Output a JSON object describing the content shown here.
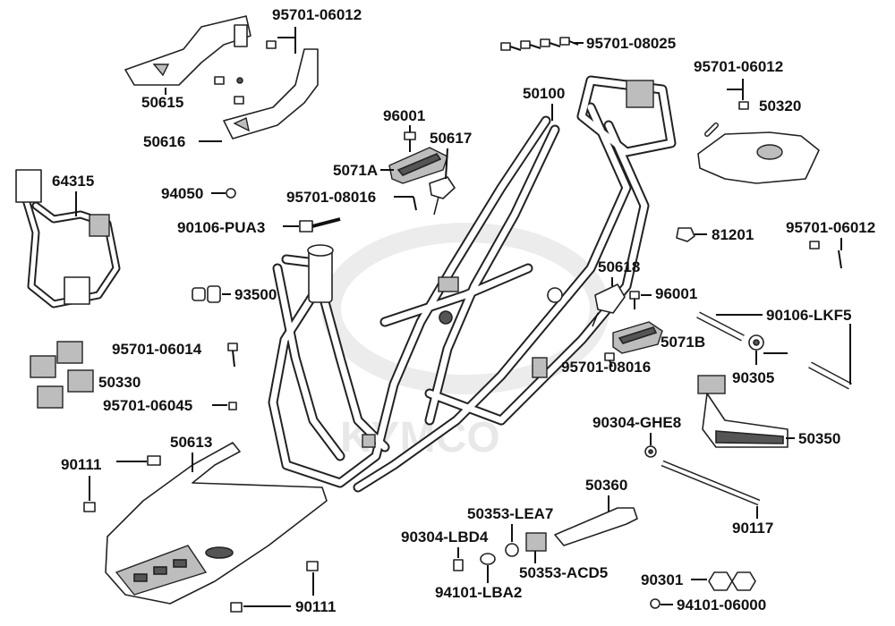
{
  "watermark": "KYMCO",
  "parts": [
    {
      "id": "p-95701-06012-a",
      "label": "95701-06012"
    },
    {
      "id": "p-50615",
      "label": "50615"
    },
    {
      "id": "p-50616",
      "label": "50616"
    },
    {
      "id": "p-95701-08025",
      "label": "95701-08025"
    },
    {
      "id": "p-50100",
      "label": "50100"
    },
    {
      "id": "p-95701-06012-b",
      "label": "95701-06012"
    },
    {
      "id": "p-50320",
      "label": "50320"
    },
    {
      "id": "p-96001-a",
      "label": "96001"
    },
    {
      "id": "p-50617",
      "label": "50617"
    },
    {
      "id": "p-5071a",
      "label": "5071A"
    },
    {
      "id": "p-64315",
      "label": "64315"
    },
    {
      "id": "p-94050",
      "label": "94050"
    },
    {
      "id": "p-95701-08016-a",
      "label": "95701-08016"
    },
    {
      "id": "p-90106-pua3",
      "label": "90106-PUA3"
    },
    {
      "id": "p-81201",
      "label": "81201"
    },
    {
      "id": "p-95701-06012-c",
      "label": "95701-06012"
    },
    {
      "id": "p-50618",
      "label": "50618"
    },
    {
      "id": "p-93500",
      "label": "93500"
    },
    {
      "id": "p-96001-b",
      "label": "96001"
    },
    {
      "id": "p-90106-lkf5",
      "label": "90106-LKF5"
    },
    {
      "id": "p-5071b",
      "label": "5071B"
    },
    {
      "id": "p-95701-06014",
      "label": "95701-06014"
    },
    {
      "id": "p-95701-08016-b",
      "label": "95701-08016"
    },
    {
      "id": "p-90305",
      "label": "90305"
    },
    {
      "id": "p-50330",
      "label": "50330"
    },
    {
      "id": "p-95701-06045",
      "label": "95701-06045"
    },
    {
      "id": "p-90304-ghe8",
      "label": "90304-GHE8"
    },
    {
      "id": "p-50613",
      "label": "50613"
    },
    {
      "id": "p-50350",
      "label": "50350"
    },
    {
      "id": "p-90111-a",
      "label": "90111"
    },
    {
      "id": "p-50360",
      "label": "50360"
    },
    {
      "id": "p-50353-lea7",
      "label": "50353-LEA7"
    },
    {
      "id": "p-90117",
      "label": "90117"
    },
    {
      "id": "p-90304-lbd4",
      "label": "90304-LBD4"
    },
    {
      "id": "p-50353-acd5",
      "label": "50353-ACD5"
    },
    {
      "id": "p-90301",
      "label": "90301"
    },
    {
      "id": "p-94101-lba2",
      "label": "94101-LBA2"
    },
    {
      "id": "p-90111-b",
      "label": "90111"
    },
    {
      "id": "p-94101-06000",
      "label": "94101-06000"
    }
  ]
}
